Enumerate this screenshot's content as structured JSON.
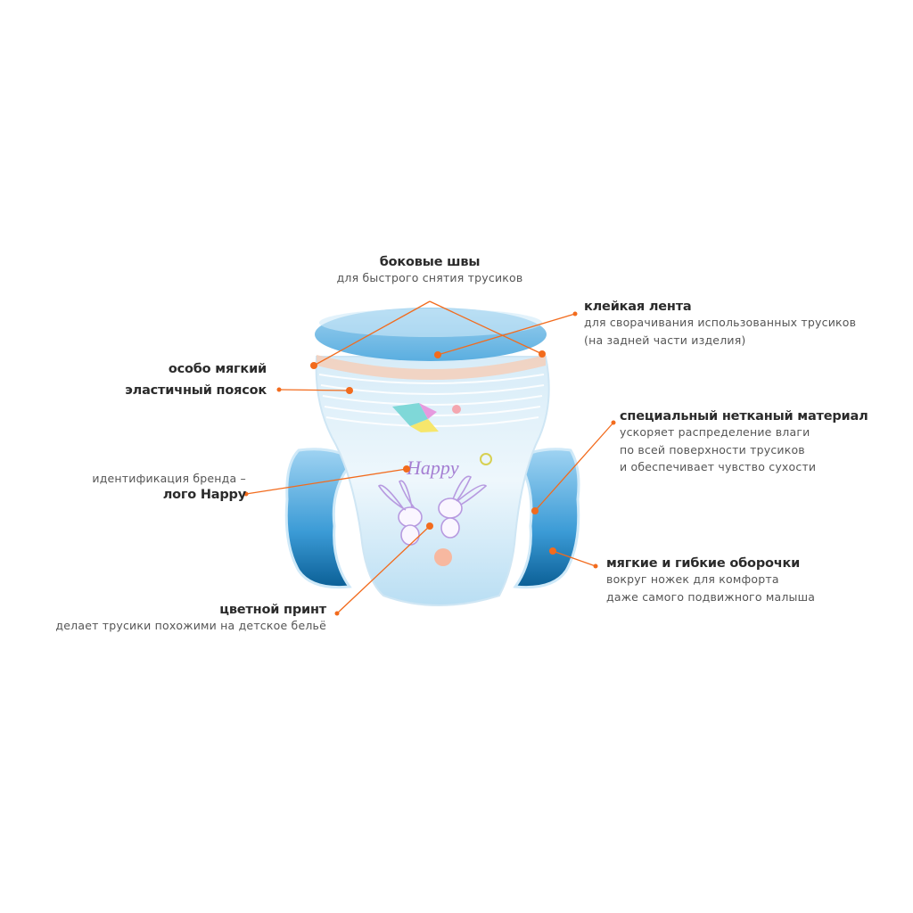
{
  "callouts": {
    "side_seams": {
      "title": "боковые швы",
      "lines": [
        "для быстрого снятия трусиков"
      ]
    },
    "adhesive_tape": {
      "title": "клейкая лента",
      "lines": [
        "для сворачивания использованных трусиков",
        "(на задней части изделия)"
      ]
    },
    "waistband": {
      "title_lines": [
        "особо мягкий",
        "эластичный поясок"
      ]
    },
    "brand": {
      "subtitle": "идентификация  бренда –",
      "title": "лого Happy"
    },
    "print": {
      "title": "цветной принт",
      "lines": [
        "делает трусики  похожими  на детское бельё"
      ]
    },
    "material": {
      "title": "специальный нетканый материал",
      "lines": [
        "ускоряет распределение влаги",
        "по всей поверхности трусиков",
        "и обеспечивает чувство сухости"
      ]
    },
    "cuffs": {
      "title": "мягкие и гибкие оборочки",
      "lines": [
        "вокруг ножек для комфорта",
        "даже самого подвижного малыша"
      ]
    }
  },
  "product_logo": "Happy",
  "colors": {
    "accent": "#f26b1d",
    "blue": "#5aaee0",
    "dark_blue": "#0e6fa8"
  }
}
